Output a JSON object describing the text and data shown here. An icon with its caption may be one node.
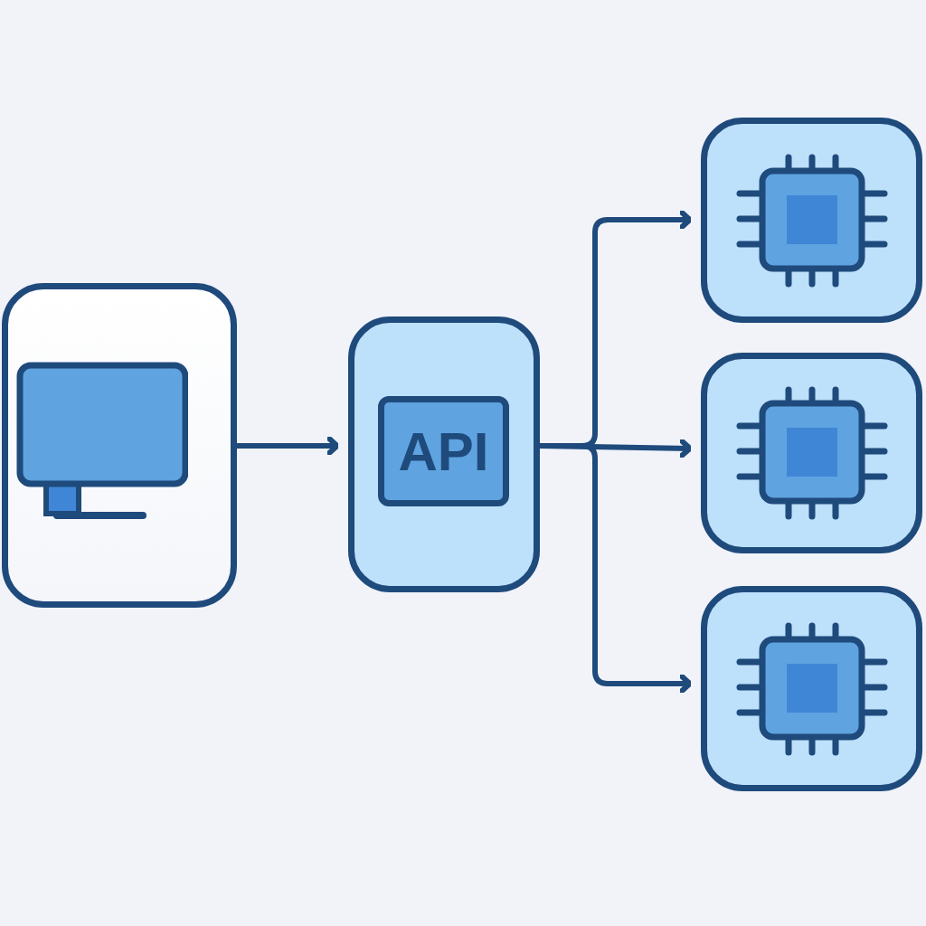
{
  "diagram": {
    "nodes": [
      {
        "text": [],
        "shape": "box"
      },
      {
        "text": [
          "API"
        ]
      },
      {
        "text": [],
        "shape": "box"
      },
      {
        "text": [],
        "shape": "box"
      },
      {
        "text": [],
        "shape": "box"
      }
    ],
    "edges": [
      {
        "from": 0,
        "to": 1,
        "arrow": "to"
      },
      {
        "from": 1,
        "to": 2,
        "arrow": "to"
      },
      {
        "from": 1,
        "to": 3,
        "arrow": "to"
      },
      {
        "from": 1,
        "to": 4,
        "arrow": "to"
      }
    ]
  }
}
